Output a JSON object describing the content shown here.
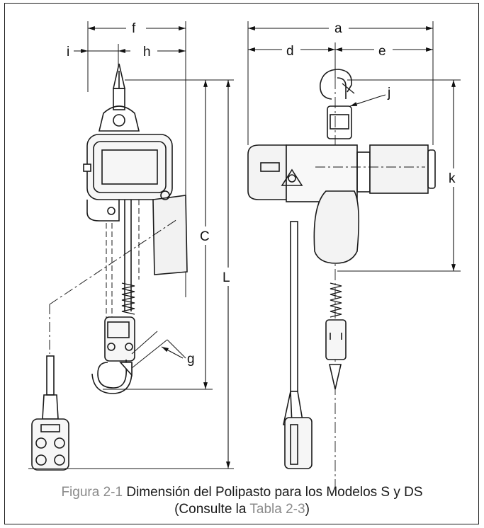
{
  "dimensions": {
    "a": "a",
    "d": "d",
    "e": "e",
    "f": "f",
    "i": "i",
    "h": "h",
    "j": "j",
    "k": "k",
    "C": "C",
    "L": "L",
    "g": "g"
  },
  "caption": {
    "figure_ref": "Figura 2-1",
    "line1_text": " Dimensión del Polipasto para los Modelos S y DS",
    "line2_prefix": "(Consulte la ",
    "table_ref": "Tabla 2-3",
    "line2_suffix": ")"
  },
  "colors": {
    "caption_ref": "#8a8a8a",
    "line": "#1a1a1a"
  }
}
